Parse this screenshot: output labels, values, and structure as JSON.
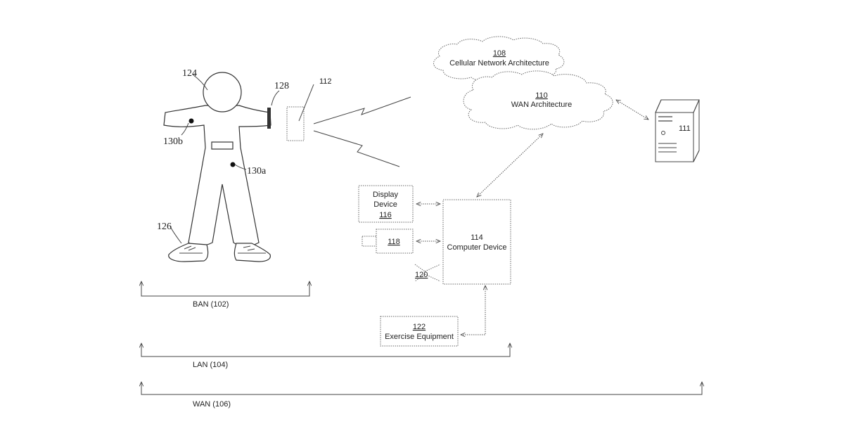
{
  "labels": {
    "cellular_num": "108",
    "cellular_name": "Cellular Network Architecture",
    "wan_arch_num": "110",
    "wan_arch_name": "WAN Architecture",
    "server_num": "111",
    "mobile_num": "112",
    "computer_num": "114",
    "computer_name": "Computer Device",
    "display_line1": "Display",
    "display_line2": "Device",
    "display_num": "116",
    "camera_num": "118",
    "speaker_num": "120",
    "exercise_num": "122",
    "exercise_name": "Exercise Equipment",
    "user_num": "124",
    "shoe_num": "126",
    "band_num": "128",
    "sensor_a": "130a",
    "sensor_b": "130b"
  },
  "networks": {
    "ban": "BAN (102)",
    "lan": "LAN (104)",
    "wan": "WAN (106)"
  }
}
